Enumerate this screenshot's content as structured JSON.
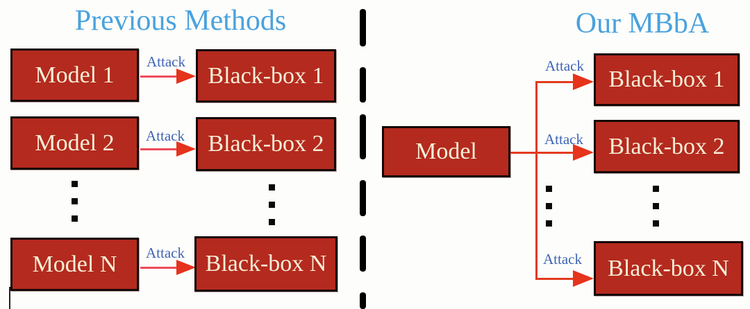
{
  "left_panel": {
    "title": "Previous Methods",
    "rows": [
      {
        "model": "Model 1",
        "attack": "Attack",
        "blackbox": "Black-box 1"
      },
      {
        "model": "Model 2",
        "attack": "Attack",
        "blackbox": "Black-box 2"
      },
      {
        "model": "Model N",
        "attack": "Attack",
        "blackbox": "Black-box N"
      }
    ]
  },
  "right_panel": {
    "title": "Our MBbA",
    "model": "Model",
    "branches": [
      {
        "attack": "Attack",
        "blackbox": "Black-box 1"
      },
      {
        "attack": "Attack",
        "blackbox": "Black-box 2"
      },
      {
        "attack": "Attack",
        "blackbox": "Black-box N"
      }
    ]
  },
  "colors": {
    "box_fill": "#b42a1e",
    "box_border": "#140805",
    "box_text": "#f6eed7",
    "title_blue": "#4aa2de",
    "attack_blue": "#3e64b4",
    "arrow_shaft_left": "#ed4b58",
    "arrow_head_red": "#e5331c",
    "connector_red": "#e23a1e",
    "divider_black": "#000000"
  }
}
